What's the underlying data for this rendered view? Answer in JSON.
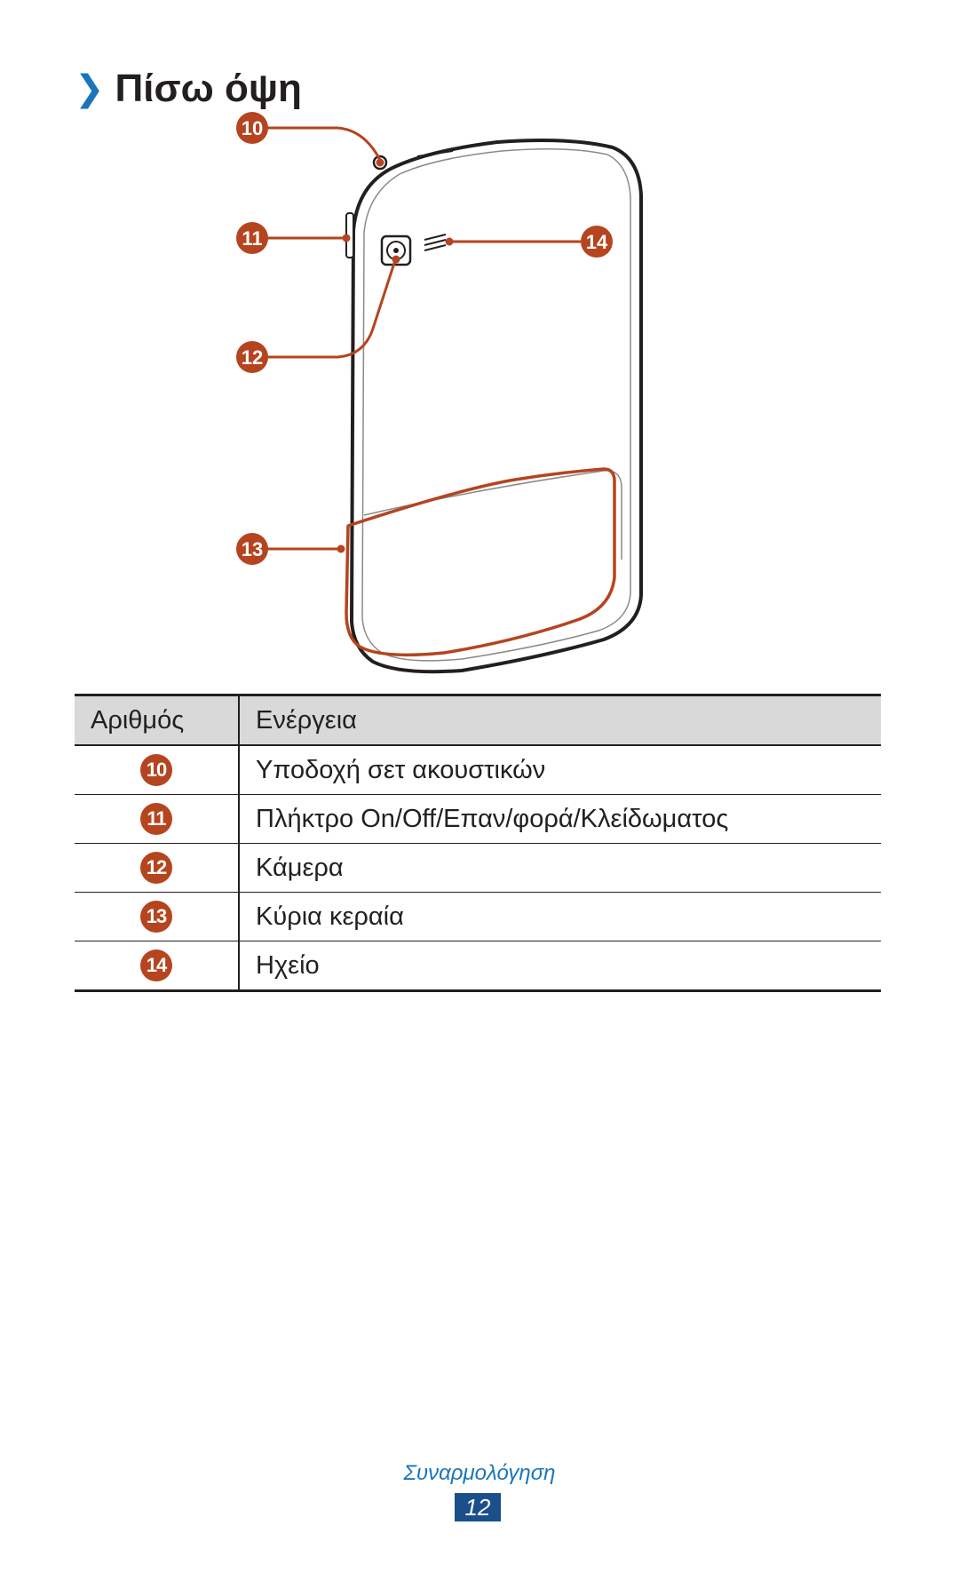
{
  "section": {
    "chevron": "❯",
    "title": "Πίσω όψη"
  },
  "figure": {
    "callouts": [
      {
        "number": "10"
      },
      {
        "number": "11"
      },
      {
        "number": "12"
      },
      {
        "number": "13"
      },
      {
        "number": "14"
      }
    ]
  },
  "table": {
    "headers": [
      "Αριθμός",
      "Ενέργεια"
    ],
    "rows": [
      {
        "number": "10",
        "label": "Υποδοχή σετ ακουστικών"
      },
      {
        "number": "11",
        "label": "Πλήκτρο On/Off/Επαν/φορά/Κλείδωματος"
      },
      {
        "number": "12",
        "label": "Κάμερα"
      },
      {
        "number": "13",
        "label": "Κύρια κεραία"
      },
      {
        "number": "14",
        "label": "Ηχείο"
      }
    ]
  },
  "footer": {
    "section_name": "Συναρμολόγηση",
    "page_number": "12"
  },
  "colors": {
    "accent": "#1a75bc",
    "callout": "#b5441f",
    "header_bg": "#d9d9d9",
    "page_badge": "#1a4f8c"
  }
}
